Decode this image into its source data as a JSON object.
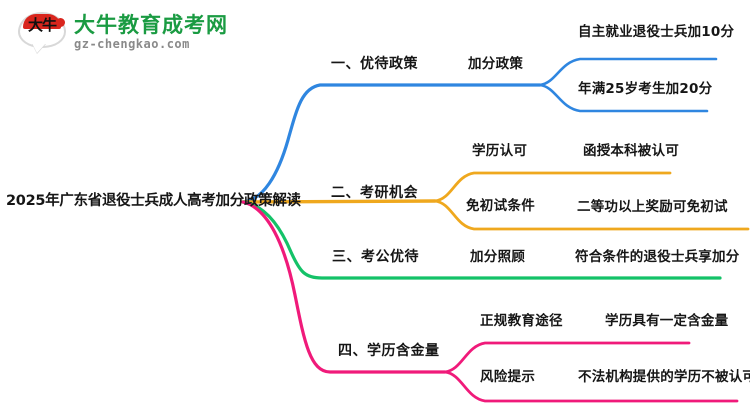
{
  "brand": {
    "mark_text": "大牛",
    "title": "大牛教育成考网",
    "subtitle": "gz-chengkao.com",
    "green": "#1a9b42",
    "red": "#d9251d"
  },
  "mindmap": {
    "root": {
      "label": "2025年广东省退役士兵成人高考加分政策解读"
    },
    "branches": [
      {
        "label": "一、优待政策",
        "color": "#2f86e0",
        "children": [
          {
            "label": "加分政策",
            "leaves": [
              {
                "label": "自主就业退役士兵加10分"
              },
              {
                "label": "年满25岁考生加20分"
              }
            ]
          }
        ]
      },
      {
        "label": "二、考研机会",
        "color": "#efa81e",
        "children": [
          {
            "label": "学历认可",
            "leaves": [
              {
                "label": "函授本科被认可"
              }
            ]
          },
          {
            "label": "免初试条件",
            "leaves": [
              {
                "label": "二等功以上奖励可免初试"
              }
            ]
          }
        ]
      },
      {
        "label": "三、考公优待",
        "color": "#14c268",
        "children": [
          {
            "label": "加分照顾",
            "leaves": [
              {
                "label": "符合条件的退役士兵享加分"
              }
            ]
          }
        ]
      },
      {
        "label": "四、学历含金量",
        "color": "#f01a7a",
        "children": [
          {
            "label": "正规教育途径",
            "leaves": [
              {
                "label": "学历具有一定含金量"
              }
            ]
          },
          {
            "label": "风险提示",
            "leaves": [
              {
                "label": "不法机构提供的学历不被认可"
              }
            ]
          }
        ]
      }
    ]
  }
}
